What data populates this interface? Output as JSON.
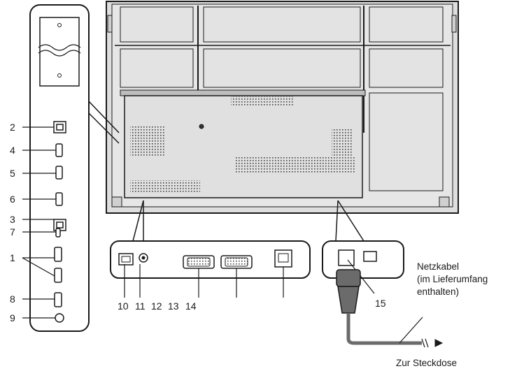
{
  "left_labels": [
    "2",
    "4",
    "5",
    "6",
    "3",
    "7",
    "1",
    "8",
    "9"
  ],
  "bottom_labels": [
    "10",
    "11",
    "12",
    "13",
    "14"
  ],
  "power_label": "15",
  "cable_note": {
    "line1": "Netzkabel",
    "line2": "(im Lieferumfang",
    "line3": "enthalten)"
  },
  "outlet_note": "Zur Steckdose",
  "colors": {
    "line": "#1a1a1a",
    "panel_fill": "#dcdcdc",
    "panel_inner": "#e9e9e9",
    "background": "#ffffff"
  }
}
